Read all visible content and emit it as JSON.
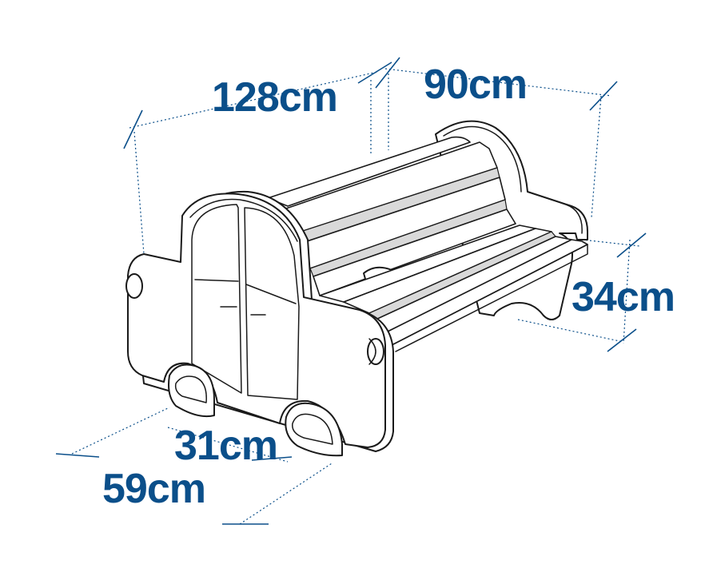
{
  "colors": {
    "dimension": "#0b4f8a",
    "outline": "#1a1a1a",
    "fill": "#ffffff"
  },
  "dimensions": {
    "length": "128cm",
    "height": "90cm",
    "seat_height": "34cm",
    "seat_depth": "31cm",
    "depth": "59cm"
  }
}
